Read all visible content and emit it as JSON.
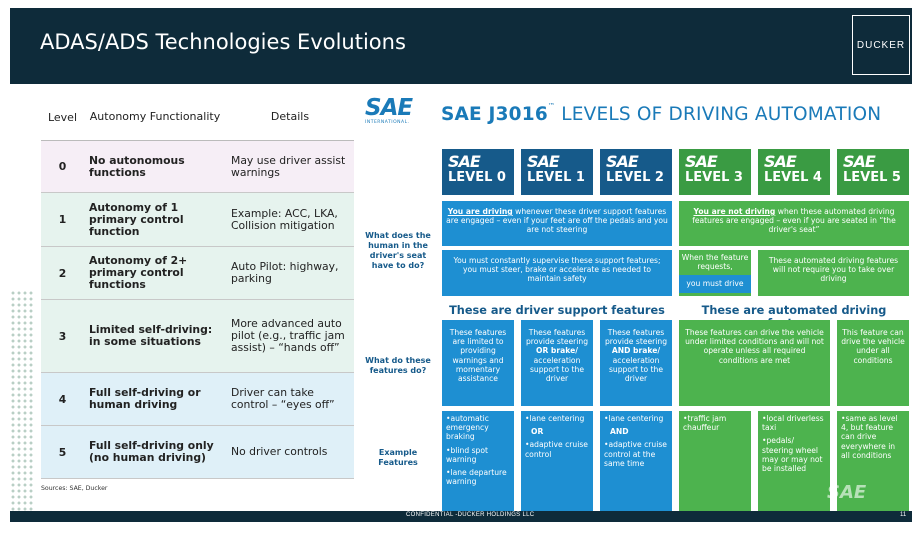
{
  "header": {
    "title": "ADAS/ADS Technologies Evolutions",
    "logo": "DUCKER"
  },
  "table": {
    "headers": [
      "Level",
      "Autonomy Functionality",
      "Details"
    ],
    "rows": [
      {
        "level": "0",
        "func": "No autonomous functions",
        "details": "May use driver assist warnings",
        "color": "#f6eef6"
      },
      {
        "level": "1",
        "func": "Autonomy of 1 primary control function",
        "details": "Example: ACC, LKA, Collision mitigation",
        "color": "#e6f3ee"
      },
      {
        "level": "2",
        "func": "Autonomy of 2+ primary control functions",
        "details": "Auto Pilot: highway, parking",
        "color": "#e6f3ee"
      },
      {
        "level": "3",
        "func": "Limited self-driving: in some situations",
        "details": "More advanced auto pilot (e.g., traffic jam assist) – “hands off”",
        "color": "#e6f3ee"
      },
      {
        "level": "4",
        "func": "Full self-driving or human driving",
        "details": "Driver can take control – “eyes off”",
        "color": "#dff0f8"
      },
      {
        "level": "5",
        "func": "Full self-driving only (no human driving)",
        "details": "No driver controls",
        "color": "#dff0f8"
      }
    ],
    "source": "Sources: SAE, Ducker"
  },
  "sae": {
    "logo": "SAE",
    "logo_sub": "INTERNATIONAL.",
    "title_bold": "SAE J3016",
    "title_tm": "™",
    "title_rest": "LEVELS OF DRIVING AUTOMATION",
    "levels": [
      {
        "brand": "SAE",
        "label": "LEVEL 0"
      },
      {
        "brand": "SAE",
        "label": "LEVEL 1"
      },
      {
        "brand": "SAE",
        "label": "LEVEL 2"
      },
      {
        "brand": "SAE",
        "label": "LEVEL 3"
      },
      {
        "brand": "SAE",
        "label": "LEVEL 4"
      },
      {
        "brand": "SAE",
        "label": "LEVEL 5"
      }
    ],
    "q1": "What does the human in the driver's seat have to do?",
    "q2": "What do these features do?",
    "q3": "Example Features",
    "driving_bold": "You are driving",
    "driving_rest": " whenever these driver support features are engaged – even if your feet are off the pedals and you are not steering",
    "not_driving_bold": "You are not driving",
    "not_driving_rest": " when these automated driving features are engaged – even if you are seated in “the driver's seat”",
    "supervise": "You must constantly supervise these support features; you must steer, brake or accelerate as needed to maintain safety",
    "l3_request": "When the feature requests,",
    "l3_must": "you must drive",
    "l45_no": "These automated driving features will not require you to take over driving",
    "support_header": "These are driver support features",
    "automated_header": "These are automated driving features",
    "f0": "These features are limited to providing warnings and momentary assistance",
    "f1_a": "These features provide steering",
    "f1_b": "OR brake/",
    "f1_c": "acceleration support to the driver",
    "f2_a": "These features provide steering",
    "f2_b": "AND brake/",
    "f2_c": "acceleration support to the driver",
    "f34": "These features can drive the vehicle under limited conditions and will not operate unless all required conditions are met",
    "f5": "This feature can drive the vehicle under all conditions",
    "ex0": [
      "•automatic emergency braking",
      "•blind spot warning",
      "•lane departure warning"
    ],
    "ex1_a": "•lane centering",
    "ex1_or": "OR",
    "ex1_b": "•adaptive cruise control",
    "ex2_a": "•lane centering",
    "ex2_and": "AND",
    "ex2_b": "•adaptive cruise control at the same time",
    "ex3": "•traffic jam chauffeur",
    "ex4": [
      "•local driverless taxi",
      "•pedals/ steering wheel may or may not be installed"
    ],
    "ex5": "•same as level 4, but feature can drive everywhere in all conditions",
    "watermark": "SAE"
  },
  "footer": {
    "text": "CONFIDENTIAL -DUCKER HOLDINGS LLC",
    "page": "11"
  },
  "colors": {
    "navy": "#0e2b3a",
    "sae_blue": "#165a8a",
    "light_blue": "#1e8fd2",
    "green": "#3a9b43",
    "light_green": "#4db34e"
  }
}
